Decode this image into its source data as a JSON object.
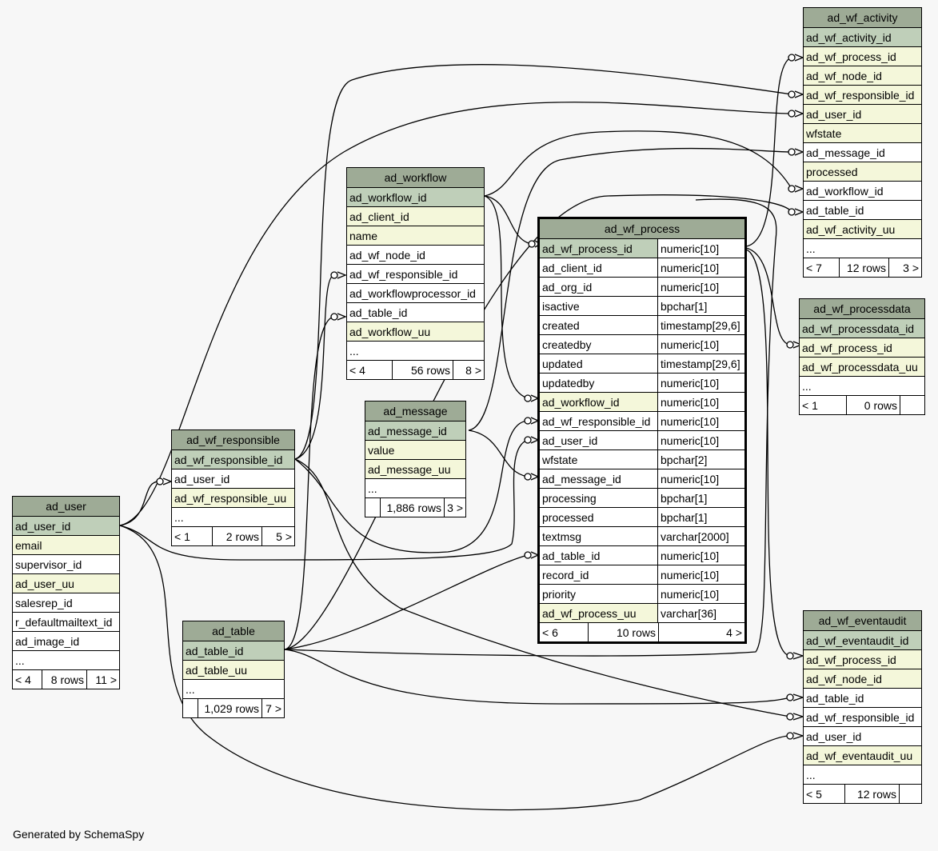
{
  "footer": "Generated by SchemaSpy",
  "tables": {
    "ad_wf_activity": {
      "name": "ad_wf_activity",
      "columns": [
        {
          "name": "ad_wf_activity_id",
          "kind": "pk"
        },
        {
          "name": "ad_wf_process_id",
          "kind": "fk"
        },
        {
          "name": "ad_wf_node_id",
          "kind": "fk"
        },
        {
          "name": "ad_wf_responsible_id",
          "kind": "fk"
        },
        {
          "name": "ad_user_id",
          "kind": "fk"
        },
        {
          "name": "wfstate",
          "kind": "fk"
        },
        {
          "name": "ad_message_id",
          "kind": "plain"
        },
        {
          "name": "processed",
          "kind": "fk"
        },
        {
          "name": "ad_workflow_id",
          "kind": "plain"
        },
        {
          "name": "ad_table_id",
          "kind": "plain"
        },
        {
          "name": "ad_wf_activity_uu",
          "kind": "fk"
        },
        {
          "name": "...",
          "kind": "plain"
        }
      ],
      "footer": {
        "parents": "< 7",
        "rows": "12 rows",
        "children": "3 >"
      }
    },
    "ad_workflow": {
      "name": "ad_workflow",
      "columns": [
        {
          "name": "ad_workflow_id",
          "kind": "pk"
        },
        {
          "name": "ad_client_id",
          "kind": "fk"
        },
        {
          "name": "name",
          "kind": "fk"
        },
        {
          "name": "ad_wf_node_id",
          "kind": "plain"
        },
        {
          "name": "ad_wf_responsible_id",
          "kind": "plain"
        },
        {
          "name": "ad_workflowprocessor_id",
          "kind": "plain"
        },
        {
          "name": "ad_table_id",
          "kind": "plain"
        },
        {
          "name": "ad_workflow_uu",
          "kind": "fk"
        },
        {
          "name": "...",
          "kind": "plain"
        }
      ],
      "footer": {
        "parents": "< 4",
        "rows": "56 rows",
        "children": "8 >"
      }
    },
    "ad_wf_process": {
      "name": "ad_wf_process",
      "columns": [
        {
          "name": "ad_wf_process_id",
          "type": "numeric[10]",
          "kind": "pk"
        },
        {
          "name": "ad_client_id",
          "type": "numeric[10]",
          "kind": "plain"
        },
        {
          "name": "ad_org_id",
          "type": "numeric[10]",
          "kind": "plain"
        },
        {
          "name": "isactive",
          "type": "bpchar[1]",
          "kind": "plain"
        },
        {
          "name": "created",
          "type": "timestamp[29,6]",
          "kind": "plain"
        },
        {
          "name": "createdby",
          "type": "numeric[10]",
          "kind": "plain"
        },
        {
          "name": "updated",
          "type": "timestamp[29,6]",
          "kind": "plain"
        },
        {
          "name": "updatedby",
          "type": "numeric[10]",
          "kind": "plain"
        },
        {
          "name": "ad_workflow_id",
          "type": "numeric[10]",
          "kind": "fk"
        },
        {
          "name": "ad_wf_responsible_id",
          "type": "numeric[10]",
          "kind": "plain"
        },
        {
          "name": "ad_user_id",
          "type": "numeric[10]",
          "kind": "plain"
        },
        {
          "name": "wfstate",
          "type": "bpchar[2]",
          "kind": "plain"
        },
        {
          "name": "ad_message_id",
          "type": "numeric[10]",
          "kind": "plain"
        },
        {
          "name": "processing",
          "type": "bpchar[1]",
          "kind": "plain"
        },
        {
          "name": "processed",
          "type": "bpchar[1]",
          "kind": "plain"
        },
        {
          "name": "textmsg",
          "type": "varchar[2000]",
          "kind": "plain"
        },
        {
          "name": "ad_table_id",
          "type": "numeric[10]",
          "kind": "plain"
        },
        {
          "name": "record_id",
          "type": "numeric[10]",
          "kind": "plain"
        },
        {
          "name": "priority",
          "type": "numeric[10]",
          "kind": "plain"
        },
        {
          "name": "ad_wf_process_uu",
          "type": "varchar[36]",
          "kind": "fk"
        }
      ],
      "footer": {
        "parents": "< 6",
        "rows": "10 rows",
        "children": "4 >"
      }
    },
    "ad_wf_processdata": {
      "name": "ad_wf_processdata",
      "columns": [
        {
          "name": "ad_wf_processdata_id",
          "kind": "pk"
        },
        {
          "name": "ad_wf_process_id",
          "kind": "fk"
        },
        {
          "name": "ad_wf_processdata_uu",
          "kind": "fk"
        },
        {
          "name": "...",
          "kind": "plain"
        }
      ],
      "footer": {
        "parents": "< 1",
        "rows": "0 rows",
        "children": ""
      }
    },
    "ad_message": {
      "name": "ad_message",
      "columns": [
        {
          "name": "ad_message_id",
          "kind": "pk"
        },
        {
          "name": "value",
          "kind": "fk"
        },
        {
          "name": "ad_message_uu",
          "kind": "fk"
        },
        {
          "name": "...",
          "kind": "plain"
        }
      ],
      "footer": {
        "parents": "",
        "rows": "1,886 rows",
        "children": "3 >"
      }
    },
    "ad_wf_responsible": {
      "name": "ad_wf_responsible",
      "columns": [
        {
          "name": "ad_wf_responsible_id",
          "kind": "pk"
        },
        {
          "name": "ad_user_id",
          "kind": "plain"
        },
        {
          "name": "ad_wf_responsible_uu",
          "kind": "fk"
        },
        {
          "name": "...",
          "kind": "plain"
        }
      ],
      "footer": {
        "parents": "< 1",
        "rows": "2 rows",
        "children": "5 >"
      }
    },
    "ad_user": {
      "name": "ad_user",
      "columns": [
        {
          "name": "ad_user_id",
          "kind": "pk"
        },
        {
          "name": "email",
          "kind": "fk"
        },
        {
          "name": "supervisor_id",
          "kind": "plain"
        },
        {
          "name": "ad_user_uu",
          "kind": "fk"
        },
        {
          "name": "salesrep_id",
          "kind": "plain"
        },
        {
          "name": "r_defaultmailtext_id",
          "kind": "plain"
        },
        {
          "name": "ad_image_id",
          "kind": "plain"
        },
        {
          "name": "...",
          "kind": "plain"
        }
      ],
      "footer": {
        "parents": "< 4",
        "rows": "8 rows",
        "children": "11 >"
      }
    },
    "ad_table": {
      "name": "ad_table",
      "columns": [
        {
          "name": "ad_table_id",
          "kind": "pk"
        },
        {
          "name": "ad_table_uu",
          "kind": "fk"
        },
        {
          "name": "...",
          "kind": "plain"
        }
      ],
      "footer": {
        "parents": "",
        "rows": "1,029 rows",
        "children": "7 >"
      }
    },
    "ad_wf_eventaudit": {
      "name": "ad_wf_eventaudit",
      "columns": [
        {
          "name": "ad_wf_eventaudit_id",
          "kind": "pk"
        },
        {
          "name": "ad_wf_process_id",
          "kind": "fk"
        },
        {
          "name": "ad_wf_node_id",
          "kind": "fk"
        },
        {
          "name": "ad_table_id",
          "kind": "plain"
        },
        {
          "name": "ad_wf_responsible_id",
          "kind": "plain"
        },
        {
          "name": "ad_user_id",
          "kind": "plain"
        },
        {
          "name": "ad_wf_eventaudit_uu",
          "kind": "fk"
        },
        {
          "name": "...",
          "kind": "plain"
        }
      ],
      "footer": {
        "parents": "< 5",
        "rows": "12 rows",
        "children": ""
      }
    }
  }
}
